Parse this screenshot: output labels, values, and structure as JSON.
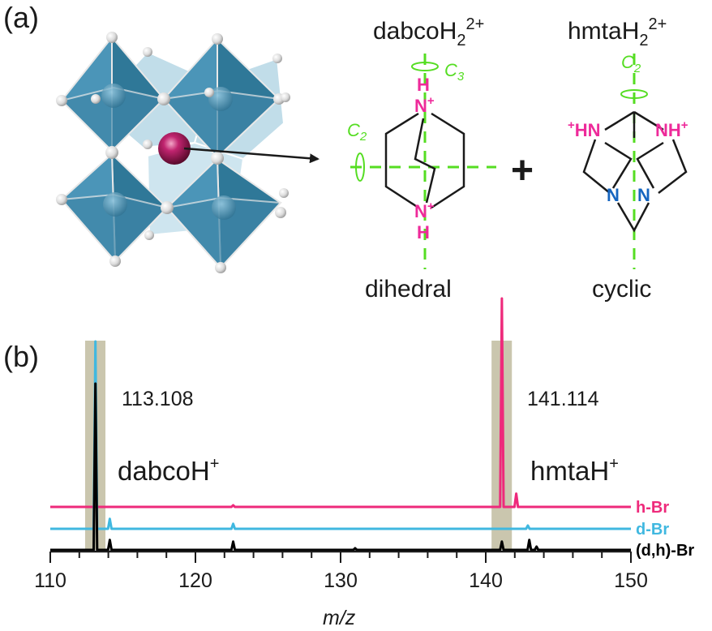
{
  "panel_a": {
    "label": "(a)",
    "dabco": {
      "title": "dabcoH",
      "sub": "2",
      "sup": "2+",
      "n_top": "N",
      "n_top_charge": "+",
      "n_bottom": "N",
      "n_bottom_charge": "+",
      "h_top": "H",
      "h_bottom": "H",
      "axis_c3": "C",
      "axis_c3_sub": "3",
      "axis_c2": "C",
      "axis_c2_sub": "2",
      "description": "dihedral"
    },
    "plus": "+",
    "hmta": {
      "title": "hmtaH",
      "sub": "2",
      "sup": "2+",
      "hn_left": "HN",
      "hn_left_charge": "+",
      "nh_right": "NH",
      "nh_right_charge": "+",
      "n_left": "N",
      "n_right": "N",
      "axis_c2": "C",
      "axis_c2_sub": "2",
      "description": "cyclic"
    },
    "colors": {
      "octahedron": "#3f86a8",
      "octahedron_light": "#8fc3d8",
      "halide": "#e2e2e2",
      "cation": "#b01e66",
      "nitrogen_h": "#ee2a9a",
      "nitrogen": "#1565c0",
      "symmetry_axis": "#55dd22"
    }
  },
  "panel_b": {
    "label": "(b)",
    "peak_labels": {
      "dabco_mass": "113.108",
      "hmta_mass": "141.114"
    },
    "ion_labels": {
      "dabco": "dabcoH",
      "dabco_sup": "+",
      "hmta": "hmtaH",
      "hmta_sup": "+"
    },
    "highlight_color": "#b8b393"
  },
  "chart_data": {
    "type": "line",
    "xlabel": "m/z",
    "ylabel": "",
    "xlim": [
      110,
      150
    ],
    "x_ticks": [
      110,
      120,
      130,
      140,
      150
    ],
    "tick_labels": [
      "110",
      "120",
      "130",
      "140",
      "150"
    ],
    "highlight_bands": [
      {
        "x_range": [
          112.4,
          113.8
        ]
      },
      {
        "x_range": [
          140.4,
          141.8
        ]
      }
    ],
    "series": [
      {
        "name": "h-Br",
        "color": "#ee2a7b",
        "baseline_level": 2,
        "peaks": [
          {
            "x": 122.6,
            "h": 0.01
          },
          {
            "x": 141.11,
            "h": 1.0
          },
          {
            "x": 142.1,
            "h": 0.08
          }
        ]
      },
      {
        "name": "d-Br",
        "color": "#40b8e0",
        "baseline_level": 1,
        "peaks": [
          {
            "x": 113.11,
            "h": 1.0
          },
          {
            "x": 114.1,
            "h": 0.06
          },
          {
            "x": 122.6,
            "h": 0.03
          },
          {
            "x": 142.9,
            "h": 0.02
          }
        ]
      },
      {
        "name": "(d,h)-Br",
        "color": "#000000",
        "baseline_level": 0,
        "peaks": [
          {
            "x": 113.11,
            "h": 1.0
          },
          {
            "x": 114.1,
            "h": 0.06
          },
          {
            "x": 122.6,
            "h": 0.05
          },
          {
            "x": 131.0,
            "h": 0.01
          },
          {
            "x": 141.11,
            "h": 0.05
          },
          {
            "x": 143.0,
            "h": 0.06
          },
          {
            "x": 143.5,
            "h": 0.02
          }
        ]
      }
    ]
  }
}
